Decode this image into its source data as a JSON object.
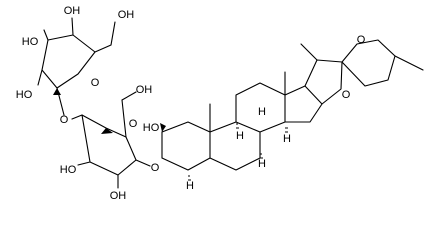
{
  "molecule": {
    "atom_labels": {
      "oh_gal_a": "OH",
      "ho_gal_b": "HO",
      "oh_gal_c": "OH",
      "ho_gal_d": "HO",
      "o_gal_ring": "O",
      "o_glycosidic_1": "O",
      "oh_glc_a": "OH",
      "o_glc_ring": "O",
      "o_glycosidic_2": "O",
      "ho_steroid_c2": "HO",
      "ho_glc_b": "HO",
      "oh_glc_c": "OH",
      "h_5alpha": "H",
      "h_9": "H",
      "h_8": "H",
      "h_14": "H",
      "h_17": "H",
      "o_furan": "O",
      "o_pyran": "O"
    }
  }
}
